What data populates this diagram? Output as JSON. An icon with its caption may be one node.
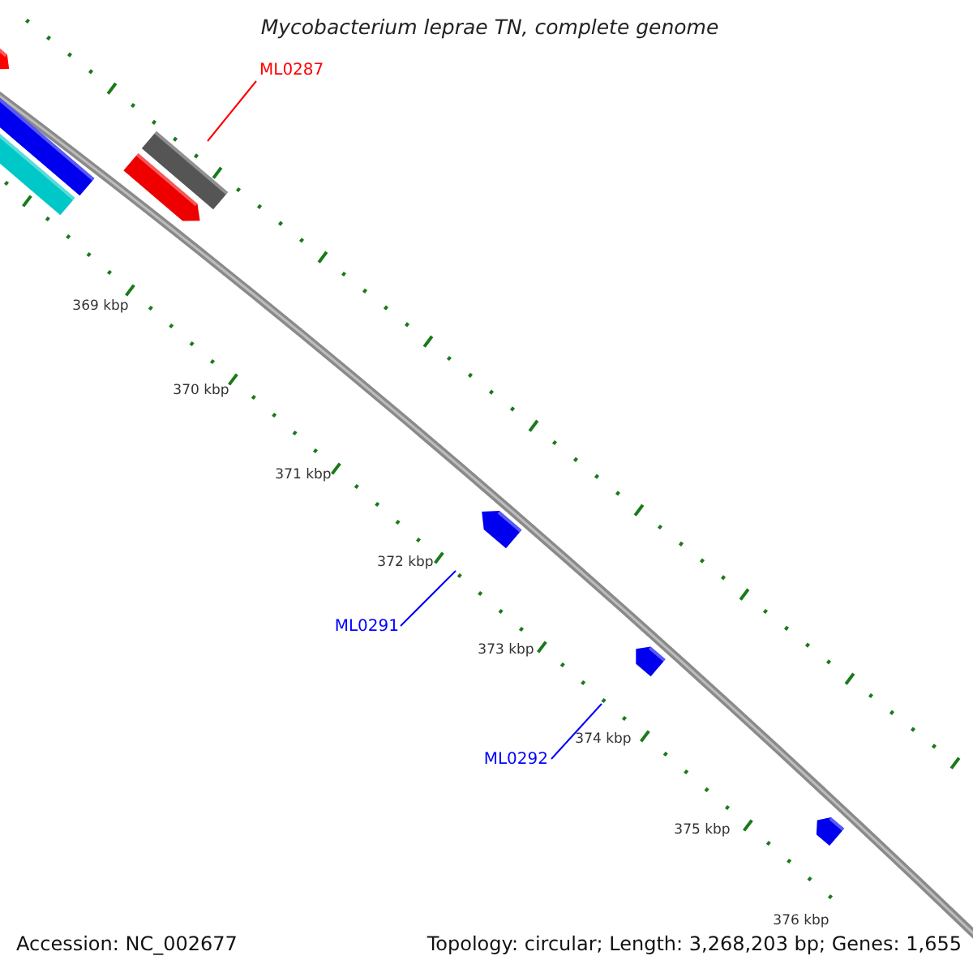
{
  "diagram": {
    "title": "Mycobacterium leprae TN, complete genome",
    "nodes": [
      {
        "text": [],
        "shape": "arrow"
      },
      {
        "text": [
          "ML0287"
        ]
      },
      {
        "text": [],
        "shape": "bar"
      },
      {
        "text": [],
        "shape": "bar"
      },
      {
        "text": [],
        "shape": "bar"
      },
      {
        "text": [],
        "shape": "arrow"
      },
      {
        "text": [],
        "shape": "arrow"
      },
      {
        "text": [
          "ML0291"
        ]
      },
      {
        "text": [],
        "shape": "arrow"
      },
      {
        "text": [
          "ML0292"
        ]
      },
      {
        "text": [],
        "shape": "arrow"
      }
    ],
    "edges": [
      {
        "from": 1,
        "to": 2,
        "arrow": "none",
        "color": "#ff0000"
      },
      {
        "from": 7,
        "to": 6,
        "arrow": "none"
      },
      {
        "from": 9,
        "to": 8,
        "arrow": "none"
      }
    ],
    "labels": [
      "369 kbp",
      "370 kbp",
      "371 kbp",
      "372 kbp",
      "373 kbp",
      "374 kbp",
      "375 kbp",
      "376 kbp",
      "Accession: NC_002677",
      "Topology: circular; Length: 3,268,203 bp; Genes: 1,655"
    ]
  }
}
